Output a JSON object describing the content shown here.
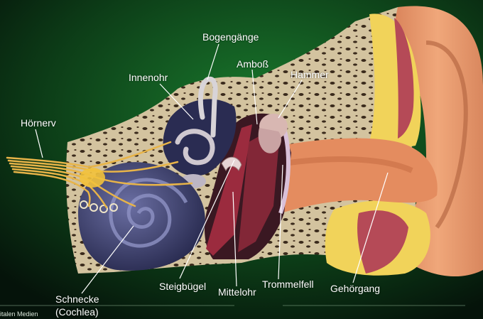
{
  "labels": {
    "bogengaenge": "Bogengänge",
    "amboss": "Amboß",
    "hammer": "Hammer",
    "innenohr": "Innenohr",
    "hoernerv": "Hörnerv",
    "schnecke": "Schnecke",
    "cochlea": "(Cochlea)",
    "steigbuegel": "Steigbügel",
    "mittelohr": "Mittelohr",
    "trommelfell": "Trommelfell",
    "gehoergang": "Gehörgang"
  },
  "credit": "italen Medien",
  "colors": {
    "background": "#0f4a1c",
    "bone": "#d6c7a3",
    "outer_ear": "#e59a6d",
    "nerve": "#e8b448",
    "cochlea": "#3c3f6e",
    "fat": "#f1d35a",
    "muscle": "#b54a57"
  }
}
